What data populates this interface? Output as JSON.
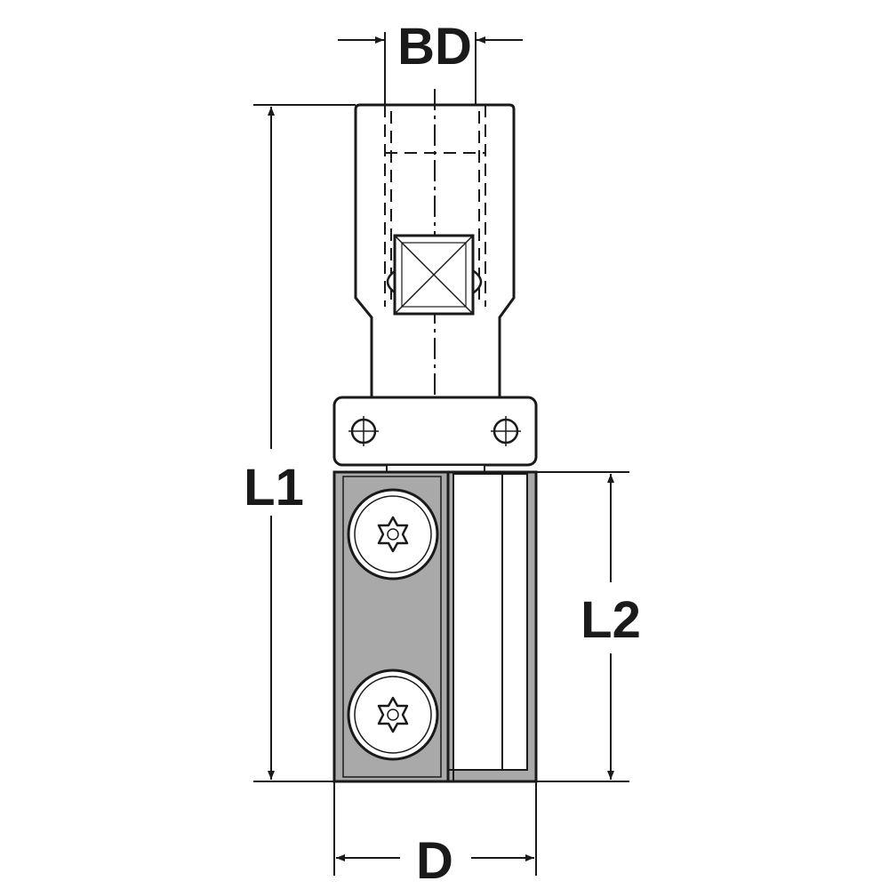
{
  "dimensions": {
    "bore_diameter": "BD",
    "overall_length": "L1",
    "cutting_length": "L2",
    "cutting_diameter": "D"
  },
  "colors": {
    "line": "#1a1a1a",
    "insert_fill": "#a9a9a9",
    "background": "#ffffff"
  },
  "icons": {
    "screw": "torx-screw-icon",
    "hole": "mounting-hole-icon"
  }
}
